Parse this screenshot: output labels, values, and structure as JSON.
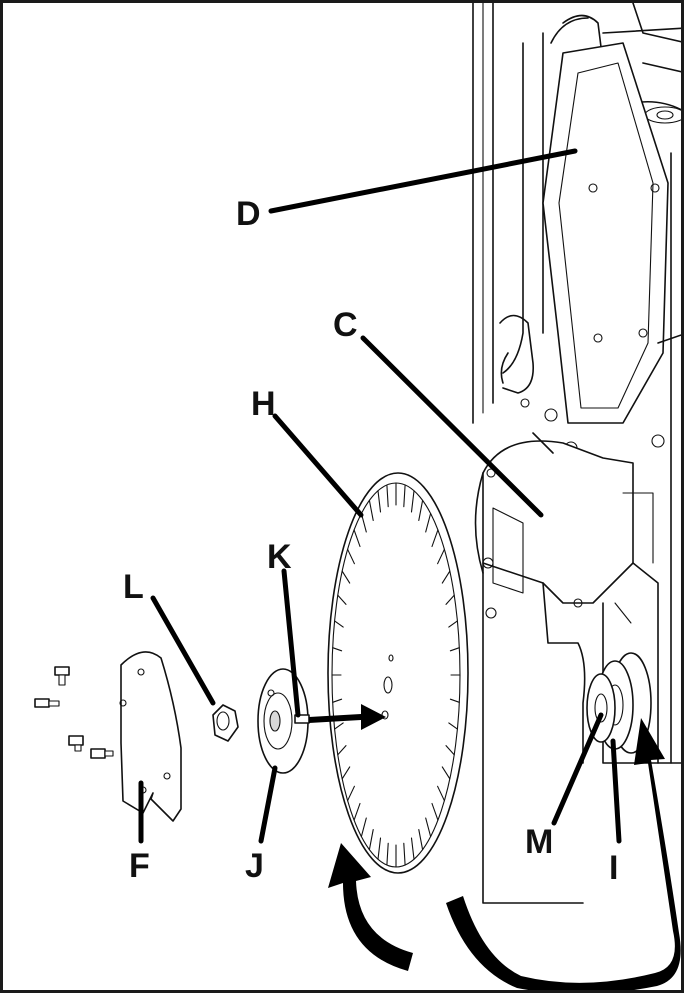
{
  "labels": {
    "D": "D",
    "C": "C",
    "H": "H",
    "K": "K",
    "L": "L",
    "F": "F",
    "J": "J",
    "M": "M",
    "I": "I"
  },
  "colors": {
    "line": "#111111",
    "background": "#ffffff",
    "shade": "#d9d9d9"
  },
  "icons": {
    "direction_arrow": "arrow-right-icon",
    "rotation_arrow": "curved-arrow-icon"
  }
}
